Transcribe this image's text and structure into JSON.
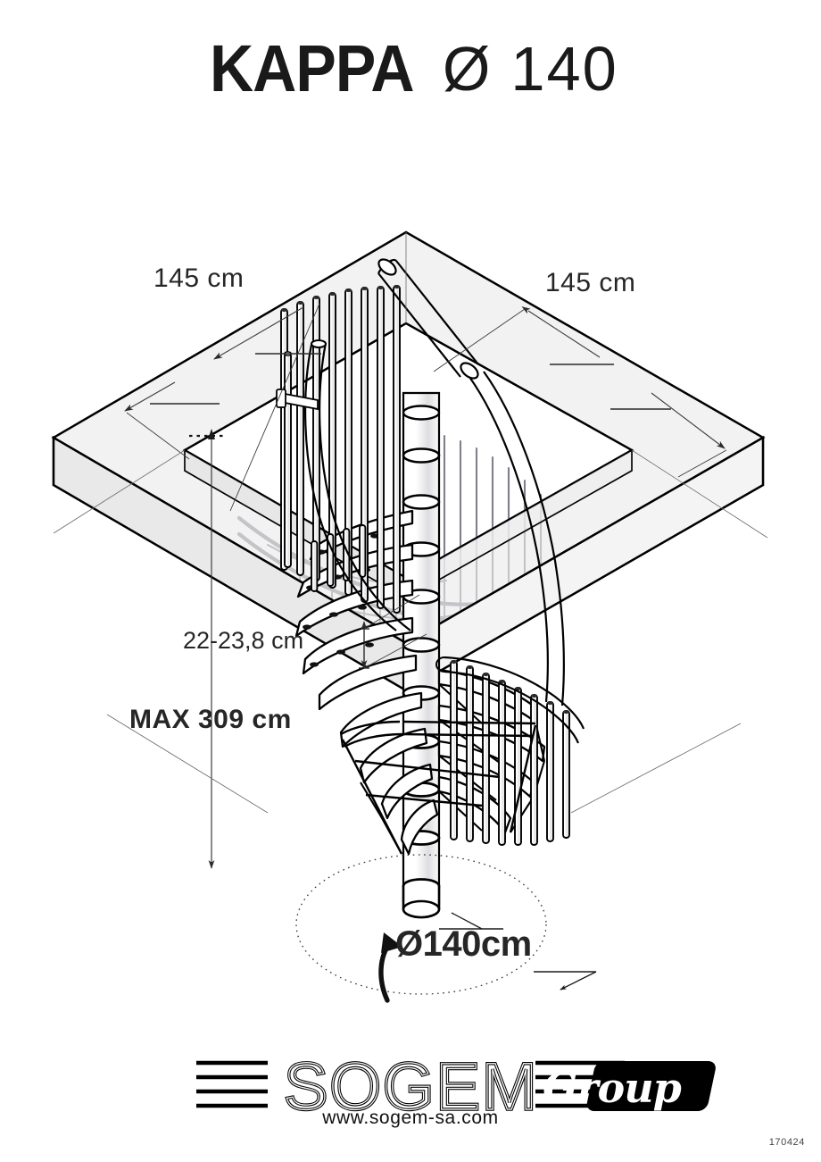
{
  "document": {
    "title_model": "KAPPA",
    "title_diameter": "Ø 140",
    "doc_code": "170424"
  },
  "dimensions": {
    "opening_width_left": "145 cm",
    "opening_width_right": "145 cm",
    "riser_height": "22-23,8 cm",
    "max_total_height": "MAX 309 cm",
    "stair_diameter": "Ø140cm"
  },
  "logo": {
    "brand": "SOGEM",
    "suffix": "Group",
    "website": "www.sogem-sa.com"
  },
  "colors": {
    "ink": "#111111",
    "slab_fill": "#f0f0f0",
    "slab_edge": "#000000",
    "behind_glass": "#6d6d7c",
    "dim_line": "#4a4a4a"
  }
}
